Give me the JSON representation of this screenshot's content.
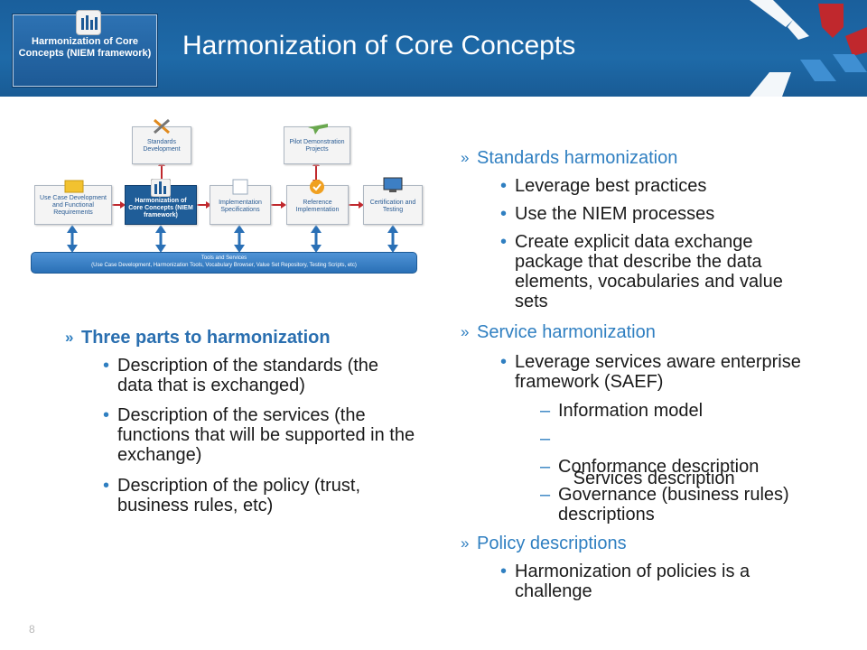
{
  "header": {
    "title": "Harmonization of Core Concepts",
    "badge_text": "Harmonization of Core Concepts (NIEM framework)"
  },
  "diagram": {
    "standards_development": "Standards Development",
    "pilot_projects": "Pilot Demonstration Projects",
    "use_case": "Use Case Development and Functional Requirements",
    "harmonization": "Harmonization of Core Concepts (NIEM framework)",
    "implementation_specs": "Implementation Specifications",
    "reference_impl": "Reference Implementation",
    "certification": "Certification and Testing",
    "tools_title": "Tools and Services",
    "tools_list": "(Use Case Development, Harmonization Tools, Vocabulary Browser, Value Set Repository, Testing Scripts, etc)"
  },
  "left": {
    "heading": "Three parts to harmonization",
    "items": [
      "Description of the standards (the data that is exchanged)",
      "Description of the services (the functions that will be supported in the exchange)",
      "Description of the policy (trust, business rules, etc)"
    ]
  },
  "right": {
    "standards": {
      "heading": "Standards harmonization",
      "items": [
        "Leverage best practices",
        "Use the NIEM processes",
        "Create explicit data exchange package that describe the data elements, vocabularies and value sets"
      ]
    },
    "service": {
      "heading": "Service harmonization",
      "item": "Leverage services aware enterprise framework (SAEF)",
      "sub_items": [
        "Information model",
        " Services description",
        "Conformance description",
        "Governance (business rules) descriptions"
      ]
    },
    "policy": {
      "heading": "Policy descriptions",
      "item": "Harmonization of policies is a challenge"
    }
  },
  "footer": {
    "page_number": "8"
  },
  "colors": {
    "header_blue": "#1e6aa8",
    "accent_blue": "#2f7fc1",
    "arrow_red": "#c0282d"
  },
  "markers": {
    "level1": "»",
    "bullet": "•",
    "dash": "–"
  }
}
